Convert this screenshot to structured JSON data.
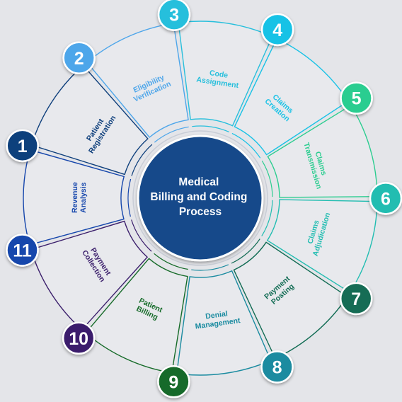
{
  "diagram": {
    "center": {
      "lines": [
        "Medical",
        "Billing and Coding",
        "Process"
      ],
      "color": "#124a8a"
    },
    "steps": [
      {
        "number": "1",
        "lines": [
          "Patient",
          "Registration"
        ],
        "color": "#0e3f7c"
      },
      {
        "number": "2",
        "lines": [
          "Eligibility",
          "Verification"
        ],
        "color": "#4ea6ea"
      },
      {
        "number": "3",
        "lines": [
          "Code",
          "Assignment"
        ],
        "color": "#27bfdc"
      },
      {
        "number": "4",
        "lines": [
          "Claims",
          "Creation"
        ],
        "color": "#18c2e6"
      },
      {
        "number": "5",
        "lines": [
          "Claims",
          "Transmission"
        ],
        "color": "#2ccd90"
      },
      {
        "number": "6",
        "lines": [
          "Claims",
          "Adjudication"
        ],
        "color": "#22bdb1"
      },
      {
        "number": "7",
        "lines": [
          "Payment",
          "Posting"
        ],
        "color": "#126c54"
      },
      {
        "number": "8",
        "lines": [
          "Denial",
          "Management"
        ],
        "color": "#1a8ba0"
      },
      {
        "number": "9",
        "lines": [
          "Patient",
          "Billing"
        ],
        "color": "#166b29"
      },
      {
        "number": "10",
        "lines": [
          "Payment",
          "Collection"
        ],
        "color": "#3b1f6c"
      },
      {
        "number": "11",
        "lines": [
          "Revenue",
          "Analysis"
        ],
        "color": "#1546ac"
      }
    ]
  }
}
